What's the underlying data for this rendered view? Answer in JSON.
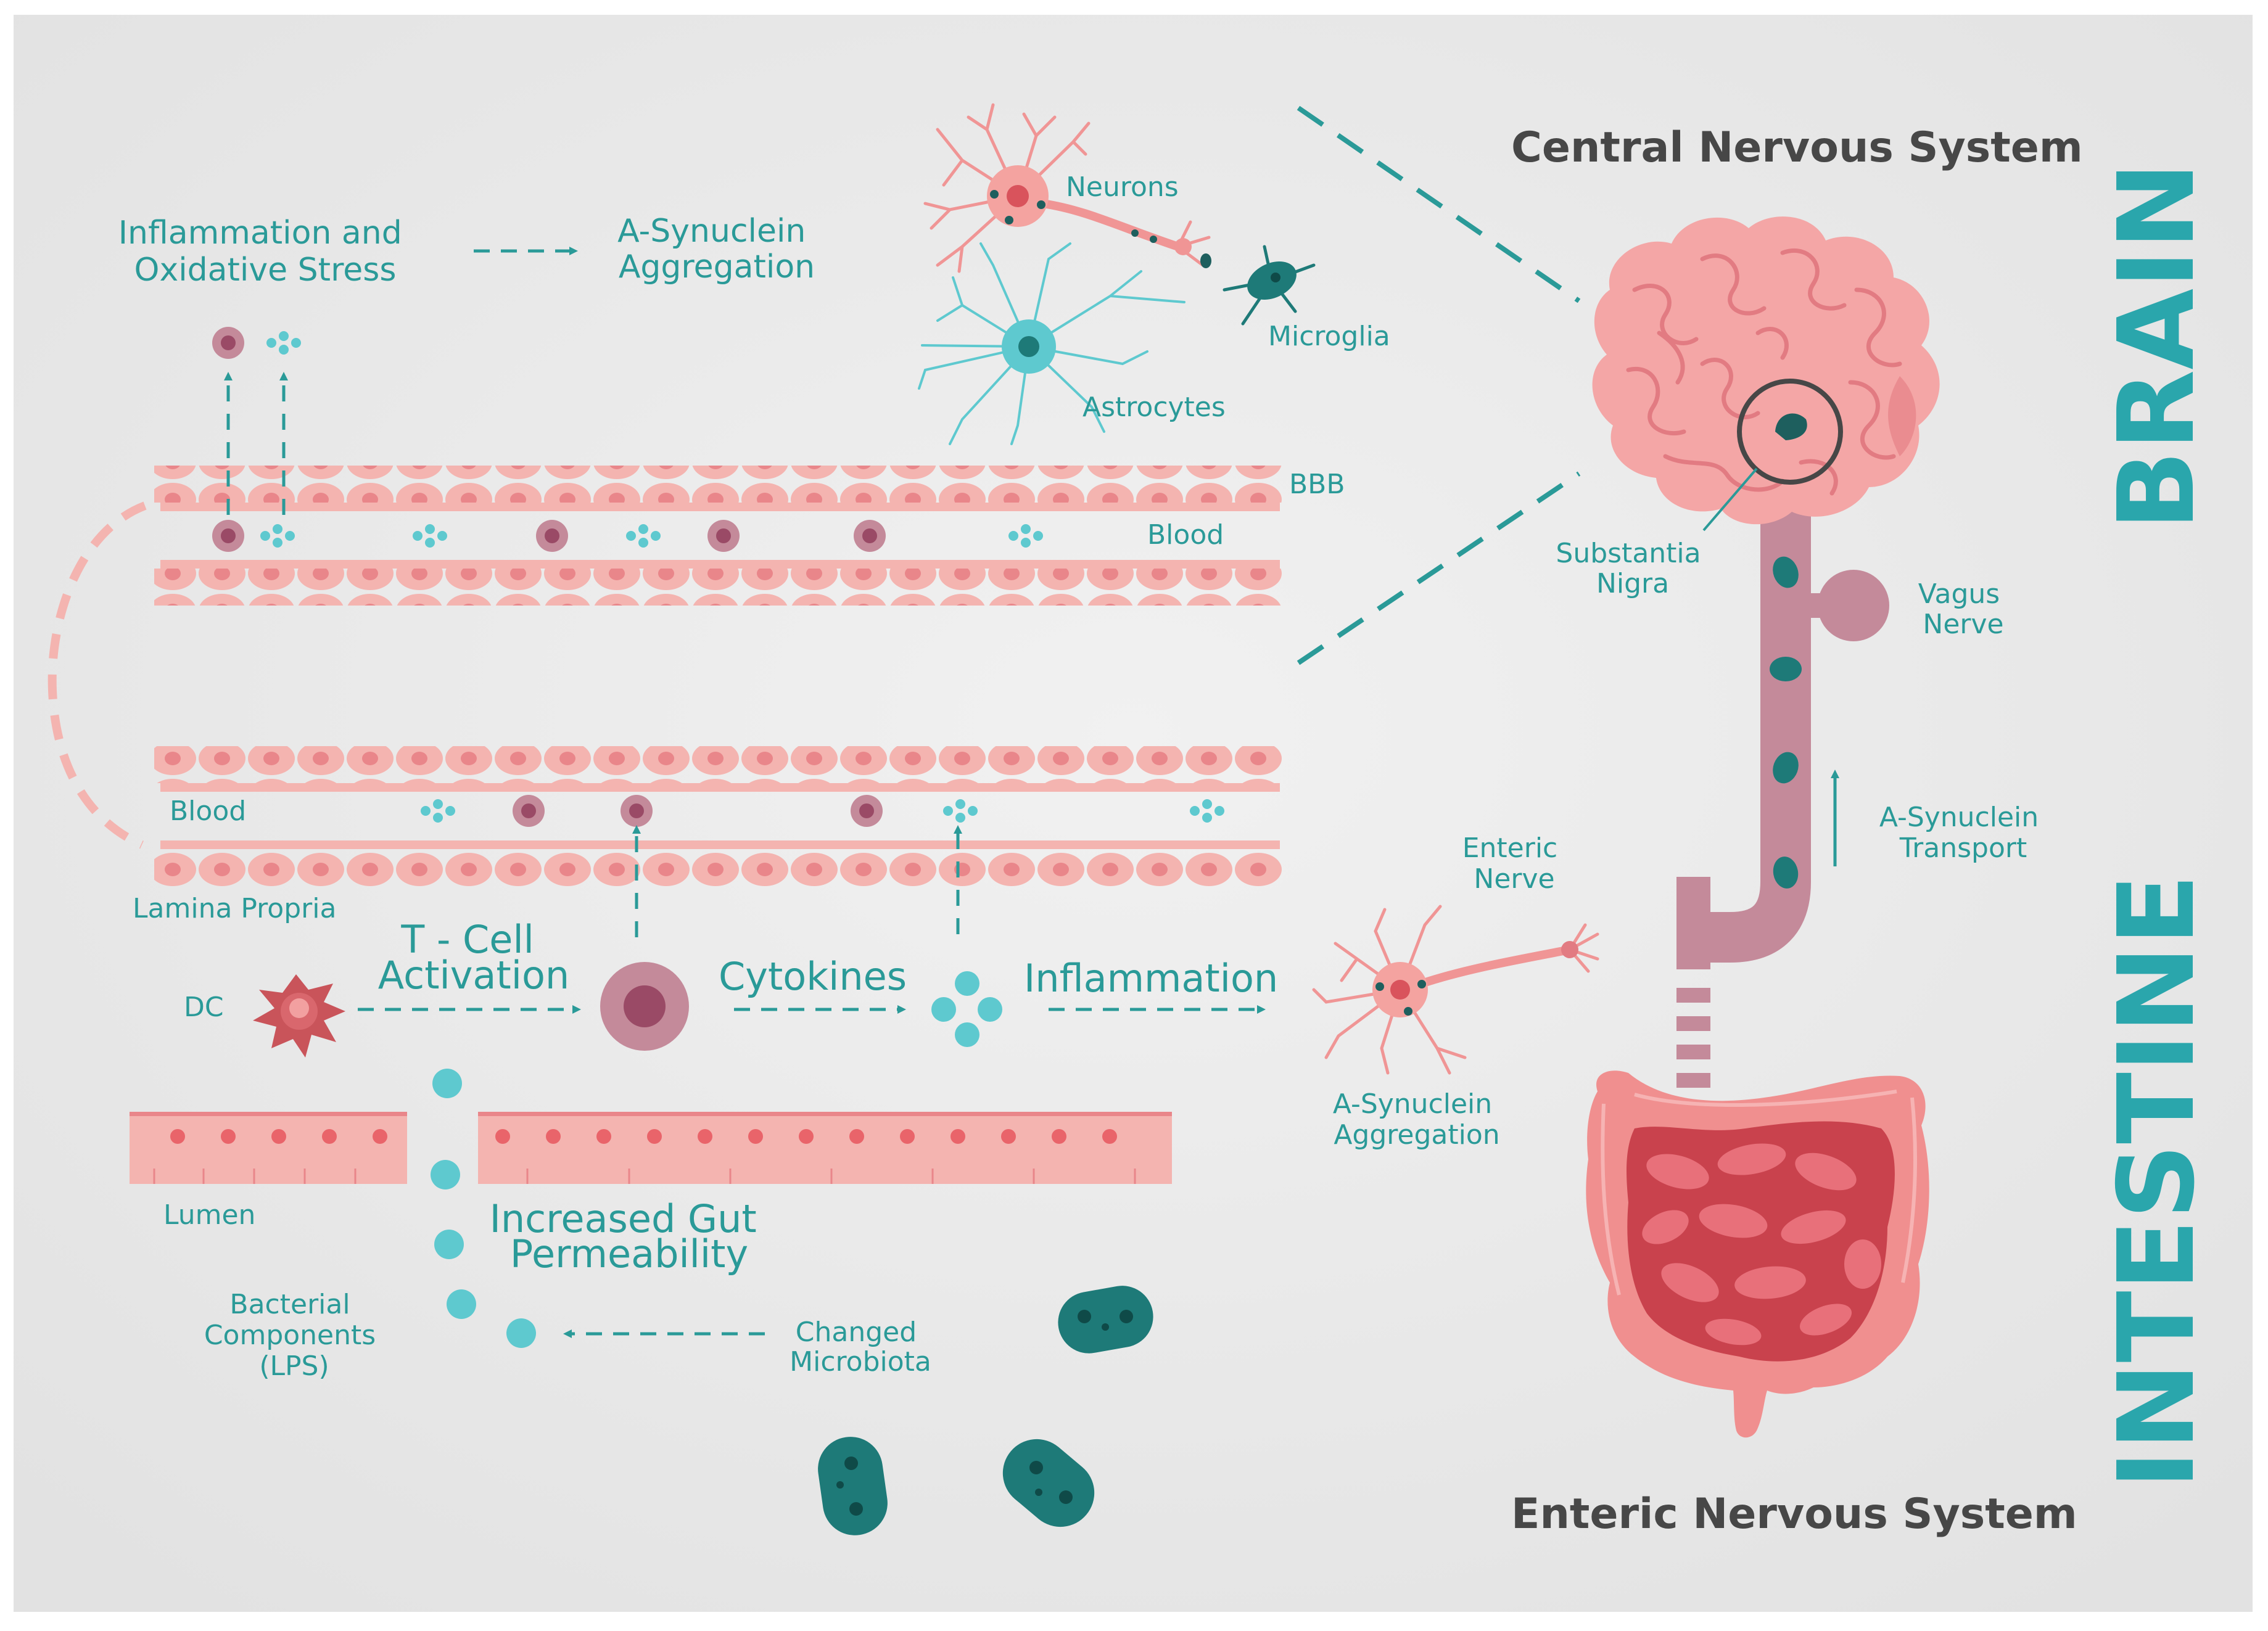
{
  "labels": {
    "cns": "Central Nervous System",
    "ens": "Enteric Nervous System",
    "brain": "BRAIN",
    "intestine": "INTESTINE",
    "inflammation_stress": [
      "Inflammation and",
      "Oxidative Stress"
    ],
    "asyn_aggregation_top": [
      "A-Synuclein",
      "Aggregation"
    ],
    "neurons": "Neurons",
    "microglia": "Microglia",
    "astrocytes": "Astrocytes",
    "bbb": "BBB",
    "blood_upper": "Blood",
    "blood_lower": "Blood",
    "lamina_propria": "Lamina Propria",
    "substantia_nigra": [
      "Substantia",
      "Nigra"
    ],
    "vagus_nerve": [
      "Vagus",
      "Nerve"
    ],
    "asyn_transport": [
      "A-Synuclein",
      "Transport"
    ],
    "enteric_nerve": [
      "Enteric",
      "Nerve"
    ],
    "asyn_aggregation_enteric": [
      "A-Synuclein",
      "Aggregation"
    ],
    "dc": "DC",
    "tcell_activation": [
      "T - Cell",
      "Activation"
    ],
    "cytokines": "Cytokines",
    "inflammation": "Inflammation",
    "lumen": "Lumen",
    "gut_permeability": [
      "Increased Gut",
      "Permeability"
    ],
    "bacterial_components": [
      "Bacterial",
      "Components",
      "(LPS)"
    ],
    "changed_microbiota": [
      "Changed",
      "Microbiota"
    ]
  },
  "colors": {
    "teal": "#2a9a98",
    "teal_light": "#5ec9cf",
    "teal_dark": "#1e7a78",
    "pink": "#f4b4b0",
    "pink_cell": "#f39d9a",
    "mauve": "#c48a9a",
    "mauve_dark": "#9a5a70",
    "red": "#c9545a",
    "heading_grey": "#474747",
    "background": "#e9e9e9"
  },
  "icons": [
    "neuron-icon",
    "astrocyte-icon",
    "microglia-icon",
    "brain-icon",
    "intestine-icon",
    "dendritic-cell-icon",
    "t-cell-icon",
    "cytokine-icon",
    "bacteria-icon",
    "enteric-neuron-icon",
    "vagus-nerve-icon"
  ]
}
